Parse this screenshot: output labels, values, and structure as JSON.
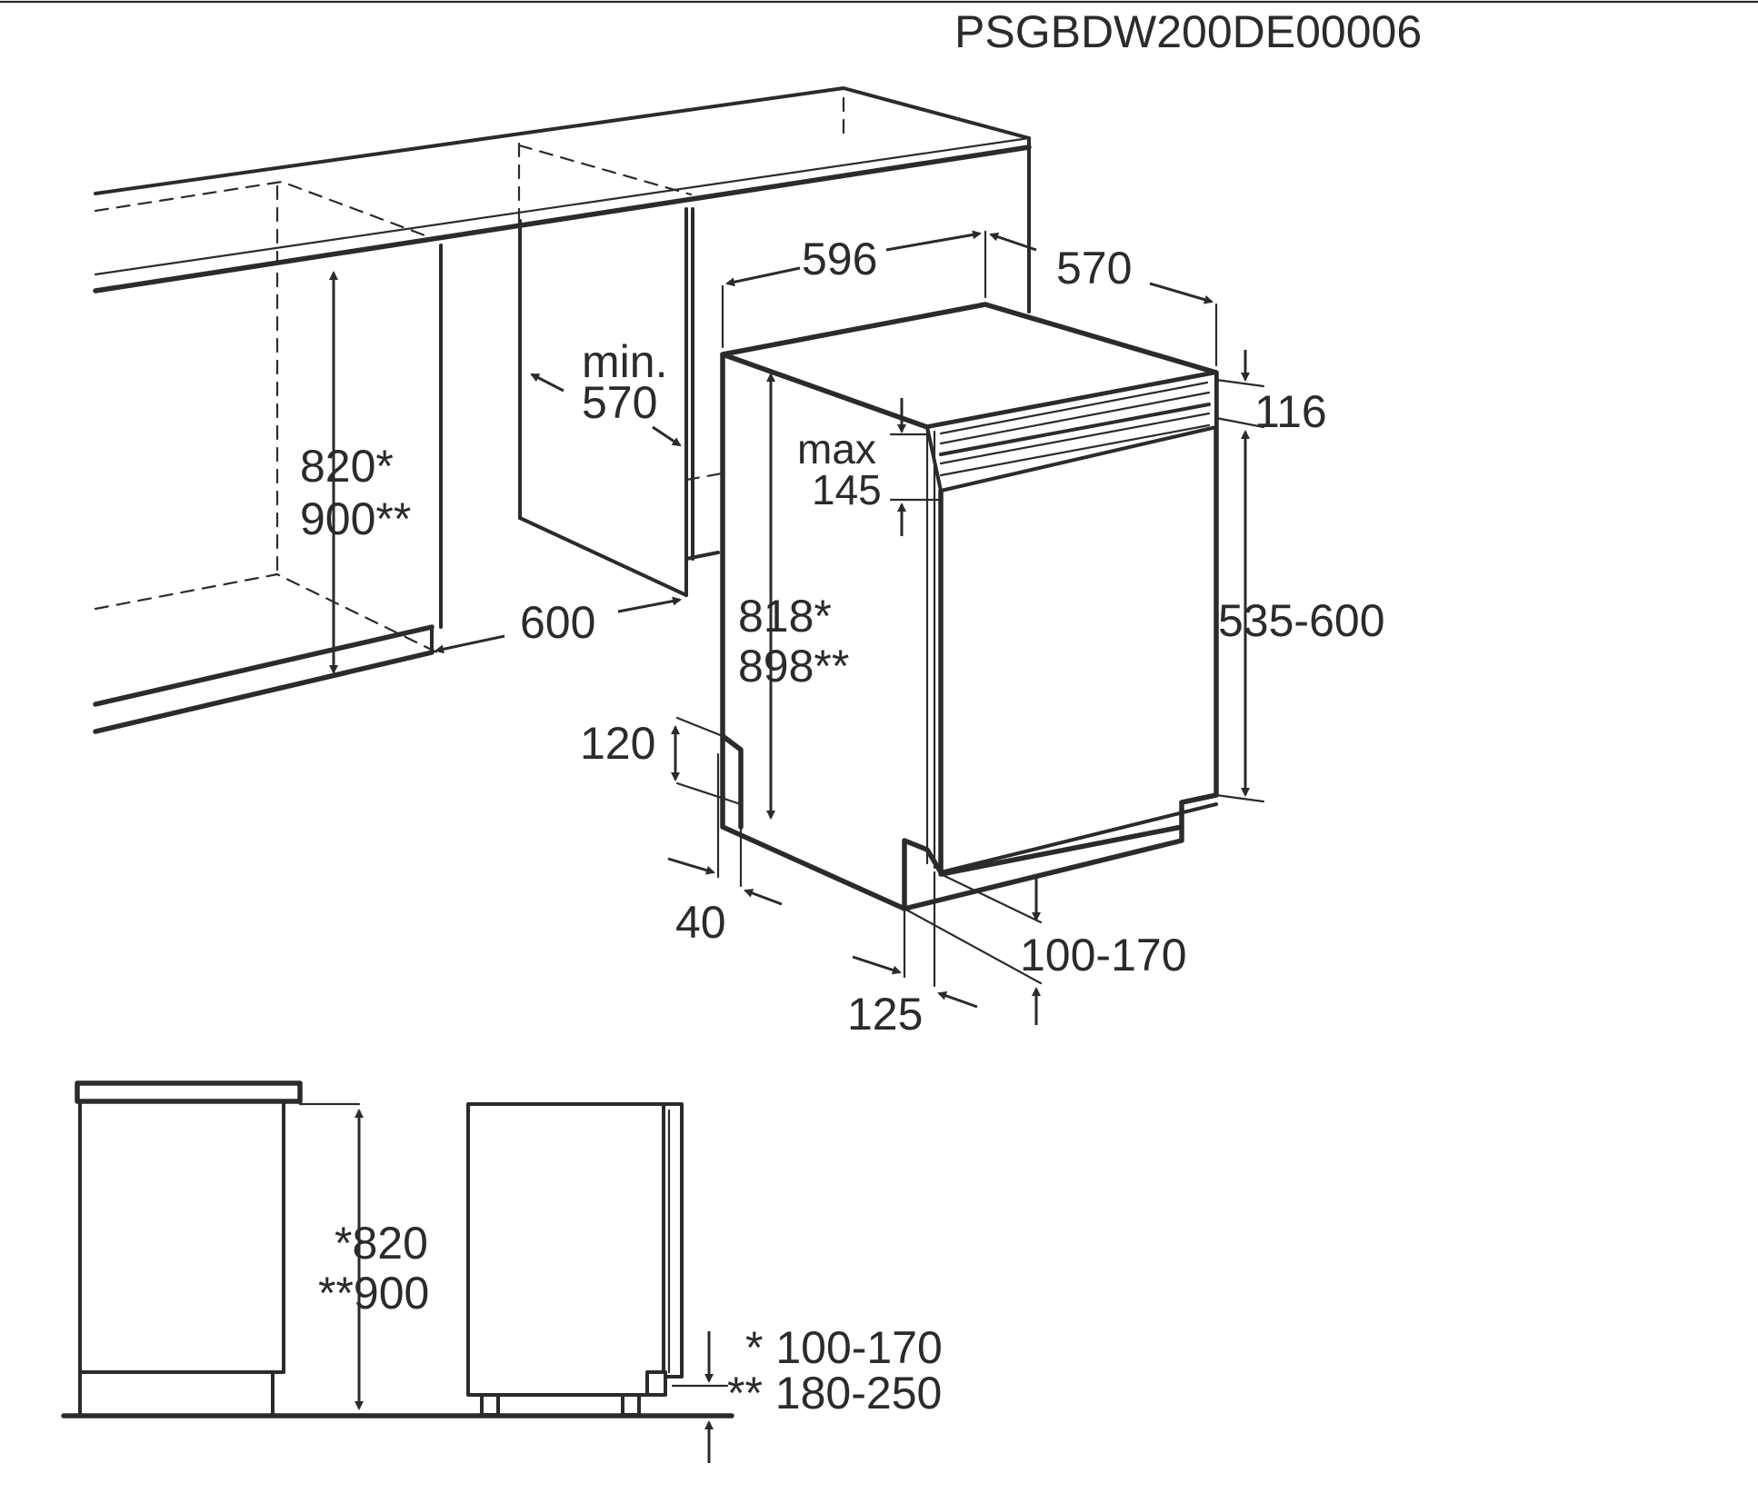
{
  "diagram_code": "PSGBDW200DE00006",
  "colors": {
    "line": "#2b2b2b",
    "background": "#ffffff"
  },
  "dimensions": {
    "cabinet_height": [
      "820*",
      "900**"
    ],
    "niche_depth_label": "min.",
    "niche_depth_value": "570",
    "niche_width": "600",
    "appliance_width": "596",
    "appliance_depth": "570",
    "top_offset": "116",
    "panel_gap_label": "max",
    "panel_gap_value": "145",
    "appliance_height": [
      "818*",
      "898**"
    ],
    "door_panel_height": "535-600",
    "plinth_cut_height": "120",
    "plinth_cut_depth": "40",
    "plinth_height": "100-170",
    "plinth_recess": "125"
  },
  "side_view": {
    "height": [
      "*820",
      "**900"
    ],
    "plinth": [
      "* 100-170",
      "** 180-250"
    ]
  }
}
